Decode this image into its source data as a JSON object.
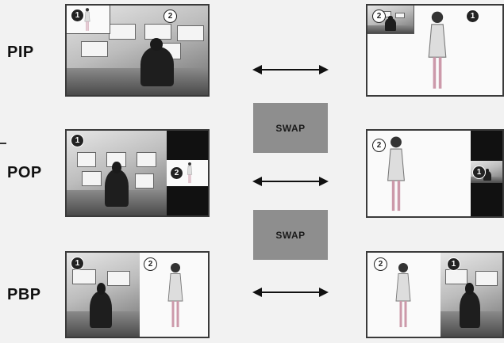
{
  "modes": [
    {
      "id": "pip",
      "label": "PIP"
    },
    {
      "id": "pop",
      "label": "POP"
    },
    {
      "id": "pbp",
      "label": "PBP"
    }
  ],
  "swap_label": "SWAP",
  "badges": {
    "one": "1",
    "two": "2"
  },
  "arrow_icon": "double-arrow-icon"
}
